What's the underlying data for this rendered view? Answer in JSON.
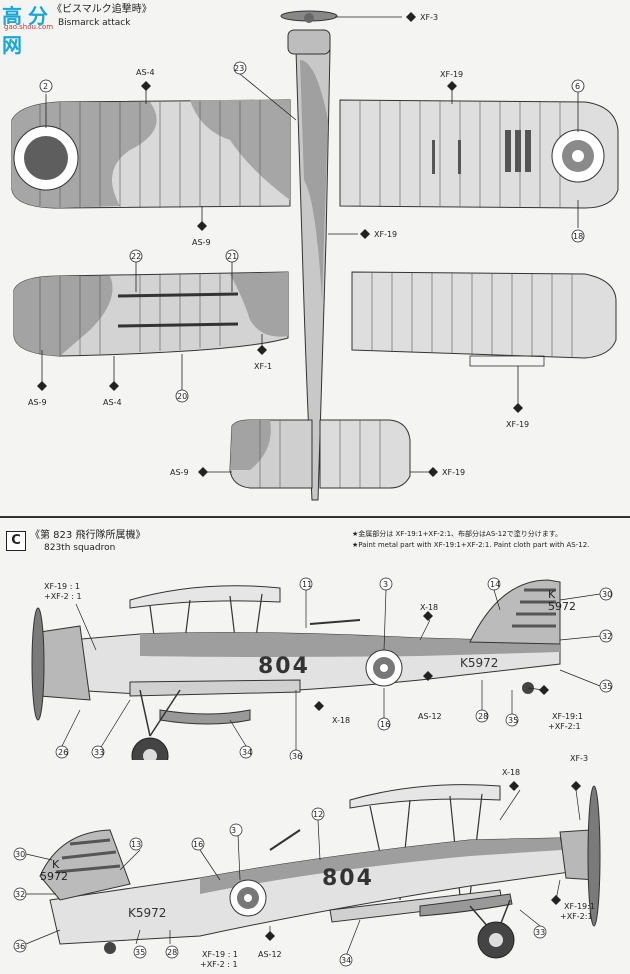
{
  "logo": {
    "main": "高分网",
    "sub": "gao.shou.com"
  },
  "section_b": {
    "title": "《ビスマルク追撃時》",
    "subtitle": "Bismarck attack",
    "callouts": {
      "xf3": "XF-3",
      "as4_top": "AS-4",
      "n2": "2",
      "n23": "23",
      "xf19_top": "XF-19",
      "n6": "6",
      "xf19_fuse": "XF-19",
      "n18": "18",
      "as9_top": "AS-9",
      "n22": "22",
      "n21": "21",
      "xf1": "XF-1",
      "as9_left": "AS-9",
      "as4_left": "AS-4",
      "n20": "20",
      "xf19_lower": "XF-19",
      "as9_tail": "AS-9",
      "xf19_tail": "XF-19"
    }
  },
  "section_c": {
    "letter": "C",
    "title": "《第 823 飛行隊所属機》",
    "subtitle": "823th squadron",
    "note_jp": "★金属部分は XF-19:1+XF-2:1、布部分はAS-12で塗り分けます。",
    "note_en1": "★Paint metal part with XF-19:1+XF-2:1. Paint cloth part with AS-12.",
    "aircraft_code": "804",
    "serial": "K5972",
    "tail_letter": "K",
    "tail_number": "5972",
    "callouts": {
      "mix_a1": "XF-19 : 1",
      "mix_a2": "+XF-2 : 1",
      "n11": "11",
      "n3": "3",
      "x18_a": "X-18",
      "n14": "14",
      "n30": "30",
      "n32": "32",
      "n35a": "35",
      "n26": "26",
      "n33": "33",
      "n34": "34",
      "n36": "36",
      "x18_b": "X-18",
      "n16": "16",
      "as12_a": "AS-12",
      "n28": "28",
      "n35b": "35",
      "mix_b1": "XF-19:1",
      "mix_b2": "+XF-2:1",
      "x18_c": "X-18",
      "xf3_c": "XF-3",
      "n12": "12",
      "n13": "13",
      "n3b": "3",
      "n16b": "16",
      "n30b": "30",
      "n32b": "32",
      "n36b": "36",
      "n35c": "35",
      "n28b": "28",
      "mix_c1": "XF-19 : 1",
      "mix_c2": "+XF-2 : 1",
      "as12_b": "AS-12",
      "n34b": "34",
      "n33b": "33",
      "mix_d1": "XF-19:1",
      "mix_d2": "+XF-2:1"
    }
  },
  "colors": {
    "light_grey": "#d6d6d6",
    "dark_grey": "#9a9a9a",
    "roundel_red": "#6e6e6e",
    "line": "#333333"
  }
}
